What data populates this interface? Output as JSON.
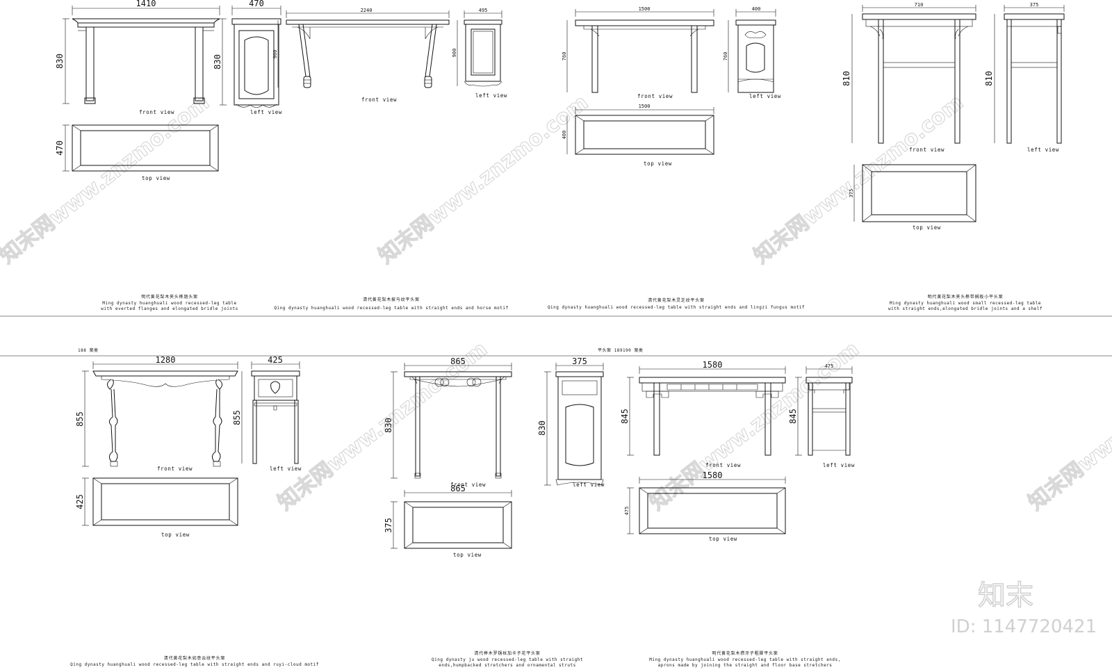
{
  "view_labels": {
    "front": "front view",
    "left": "left view",
    "top": "top view"
  },
  "watermark": {
    "text": "知末网www.znzmo.com",
    "brand": "知末",
    "id": "ID: 1147720421"
  },
  "separator": {
    "left_text": "188  案类",
    "center_text": "平头案  189190  案类"
  },
  "tables": [
    {
      "caption_cn": "明代黄花梨木夹头榫翘头案",
      "caption_en": [
        "Ming dynasty  huanghuali  wood recessed-leg table",
        "with everted flanges and elongated bridle joints"
      ],
      "front_w": "1410",
      "front_h": "830",
      "left_w": "470",
      "left_h": "830",
      "top_h": "470"
    },
    {
      "caption_cn": "清代黄花梨木披马纹平头案",
      "caption_en": [
        "Qing dynasty  huanghuali  wood recessed-leg table with straight ends and horse motif"
      ],
      "front_w": "2240",
      "left_w": "495",
      "left_h": "900",
      "front_h": "900"
    },
    {
      "caption_cn": "清代黄花梨木灵芝纹平头案",
      "caption_en": [
        "Qing dynasty  huanghuali  wood recessed-leg table with straight ends and  lingzi fungus motif"
      ],
      "front_w": "1500",
      "front_h": "760",
      "left_w": "400",
      "left_h": "760",
      "top_w": "1500",
      "top_h": "400"
    },
    {
      "caption_cn": "明代黄花梨木夹头榫带搁板小平头案",
      "caption_en": [
        "Ming dynasty  huanghuali  wood small recessed-leg table",
        "with straight ends,elongated bridle joints and a shelf"
      ],
      "front_w": "710",
      "front_h": "810",
      "left_w": "375",
      "left_h": "810",
      "top_h": "375"
    },
    {
      "caption_cn": "清代黄花梨木如意云纹平头案",
      "caption_en": [
        "Qing dynasty  huanghuali  wood recessed-leg table with straight ends and   ruyi-cloud motif"
      ],
      "front_w": "1280",
      "front_h": "855",
      "left_w": "425",
      "left_h": "855",
      "top_h": "425"
    },
    {
      "caption_cn": "清代榉木罗锅枨加卡子花平头案",
      "caption_en": [
        "Qing dynasty  ju wood recessed-leg table with straight",
        "ends,humpbacked stretchers and ornamental struts"
      ],
      "front_w": "865",
      "front_h": "830",
      "left_w": "375",
      "left_h": "830",
      "top_w": "865",
      "top_h": "375"
    },
    {
      "caption_cn": "明代黄花梨木攒牙子粗脚平头案",
      "caption_en": [
        "Ming dynasty  huanghuali  wood recessed-leg table with straight ends,",
        "aprons made by joining the straight and floor base stretchers"
      ],
      "front_w": "1580",
      "front_h": "845",
      "left_w": "475",
      "left_h": "845",
      "top_w": "1580",
      "top_h": "475"
    }
  ]
}
